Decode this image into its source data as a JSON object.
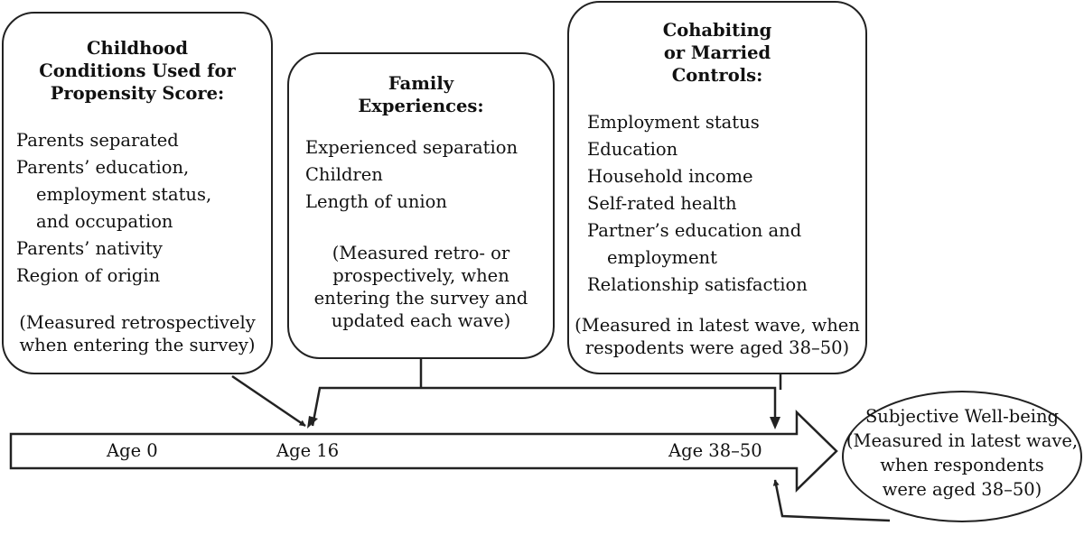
{
  "childhood": {
    "title": [
      "Childhood",
      "Conditions Used for",
      "Propensity Score:"
    ],
    "items": [
      {
        "text": "Parents separated",
        "indent": false
      },
      {
        "text": "Parents’ education,",
        "indent": false
      },
      {
        "text": "employment status,",
        "indent": true
      },
      {
        "text": "and occupation",
        "indent": true
      },
      {
        "text": "Parents’ nativity",
        "indent": false
      },
      {
        "text": "Region of origin",
        "indent": false
      }
    ],
    "note": [
      "(Measured retrospectively",
      "when entering the survey)"
    ]
  },
  "family": {
    "title": [
      "Family",
      "Experiences:"
    ],
    "items": [
      {
        "text": "Experienced separation",
        "indent": false
      },
      {
        "text": "Children",
        "indent": false
      },
      {
        "text": "Length of union",
        "indent": false
      }
    ],
    "note": [
      "(Measured retro- or",
      "prospectively, when",
      "entering the survey and",
      "updated each wave)"
    ]
  },
  "controls": {
    "title": [
      "Cohabiting",
      "or Married",
      "Controls:"
    ],
    "items": [
      {
        "text": "Employment status",
        "indent": false
      },
      {
        "text": "Education",
        "indent": false
      },
      {
        "text": "Household income",
        "indent": false
      },
      {
        "text": "Self-rated health",
        "indent": false
      },
      {
        "text": "Partner’s education and",
        "indent": false
      },
      {
        "text": "employment",
        "indent": true
      },
      {
        "text": "Relationship satisfaction",
        "indent": false
      }
    ],
    "note": [
      "(Measured in latest wave, when",
      "respodents were aged 38–50)"
    ]
  },
  "timeline": {
    "age_0": "Age 0",
    "age_16": "Age 16",
    "age_38_50": "Age 38–50"
  },
  "outcome": {
    "lines": [
      "Subjective Well-being",
      "(Measured in latest wave,",
      "when respondents",
      "were aged 38–50)"
    ]
  },
  "colors": {
    "stroke": "#222222",
    "background": "#ffffff"
  }
}
